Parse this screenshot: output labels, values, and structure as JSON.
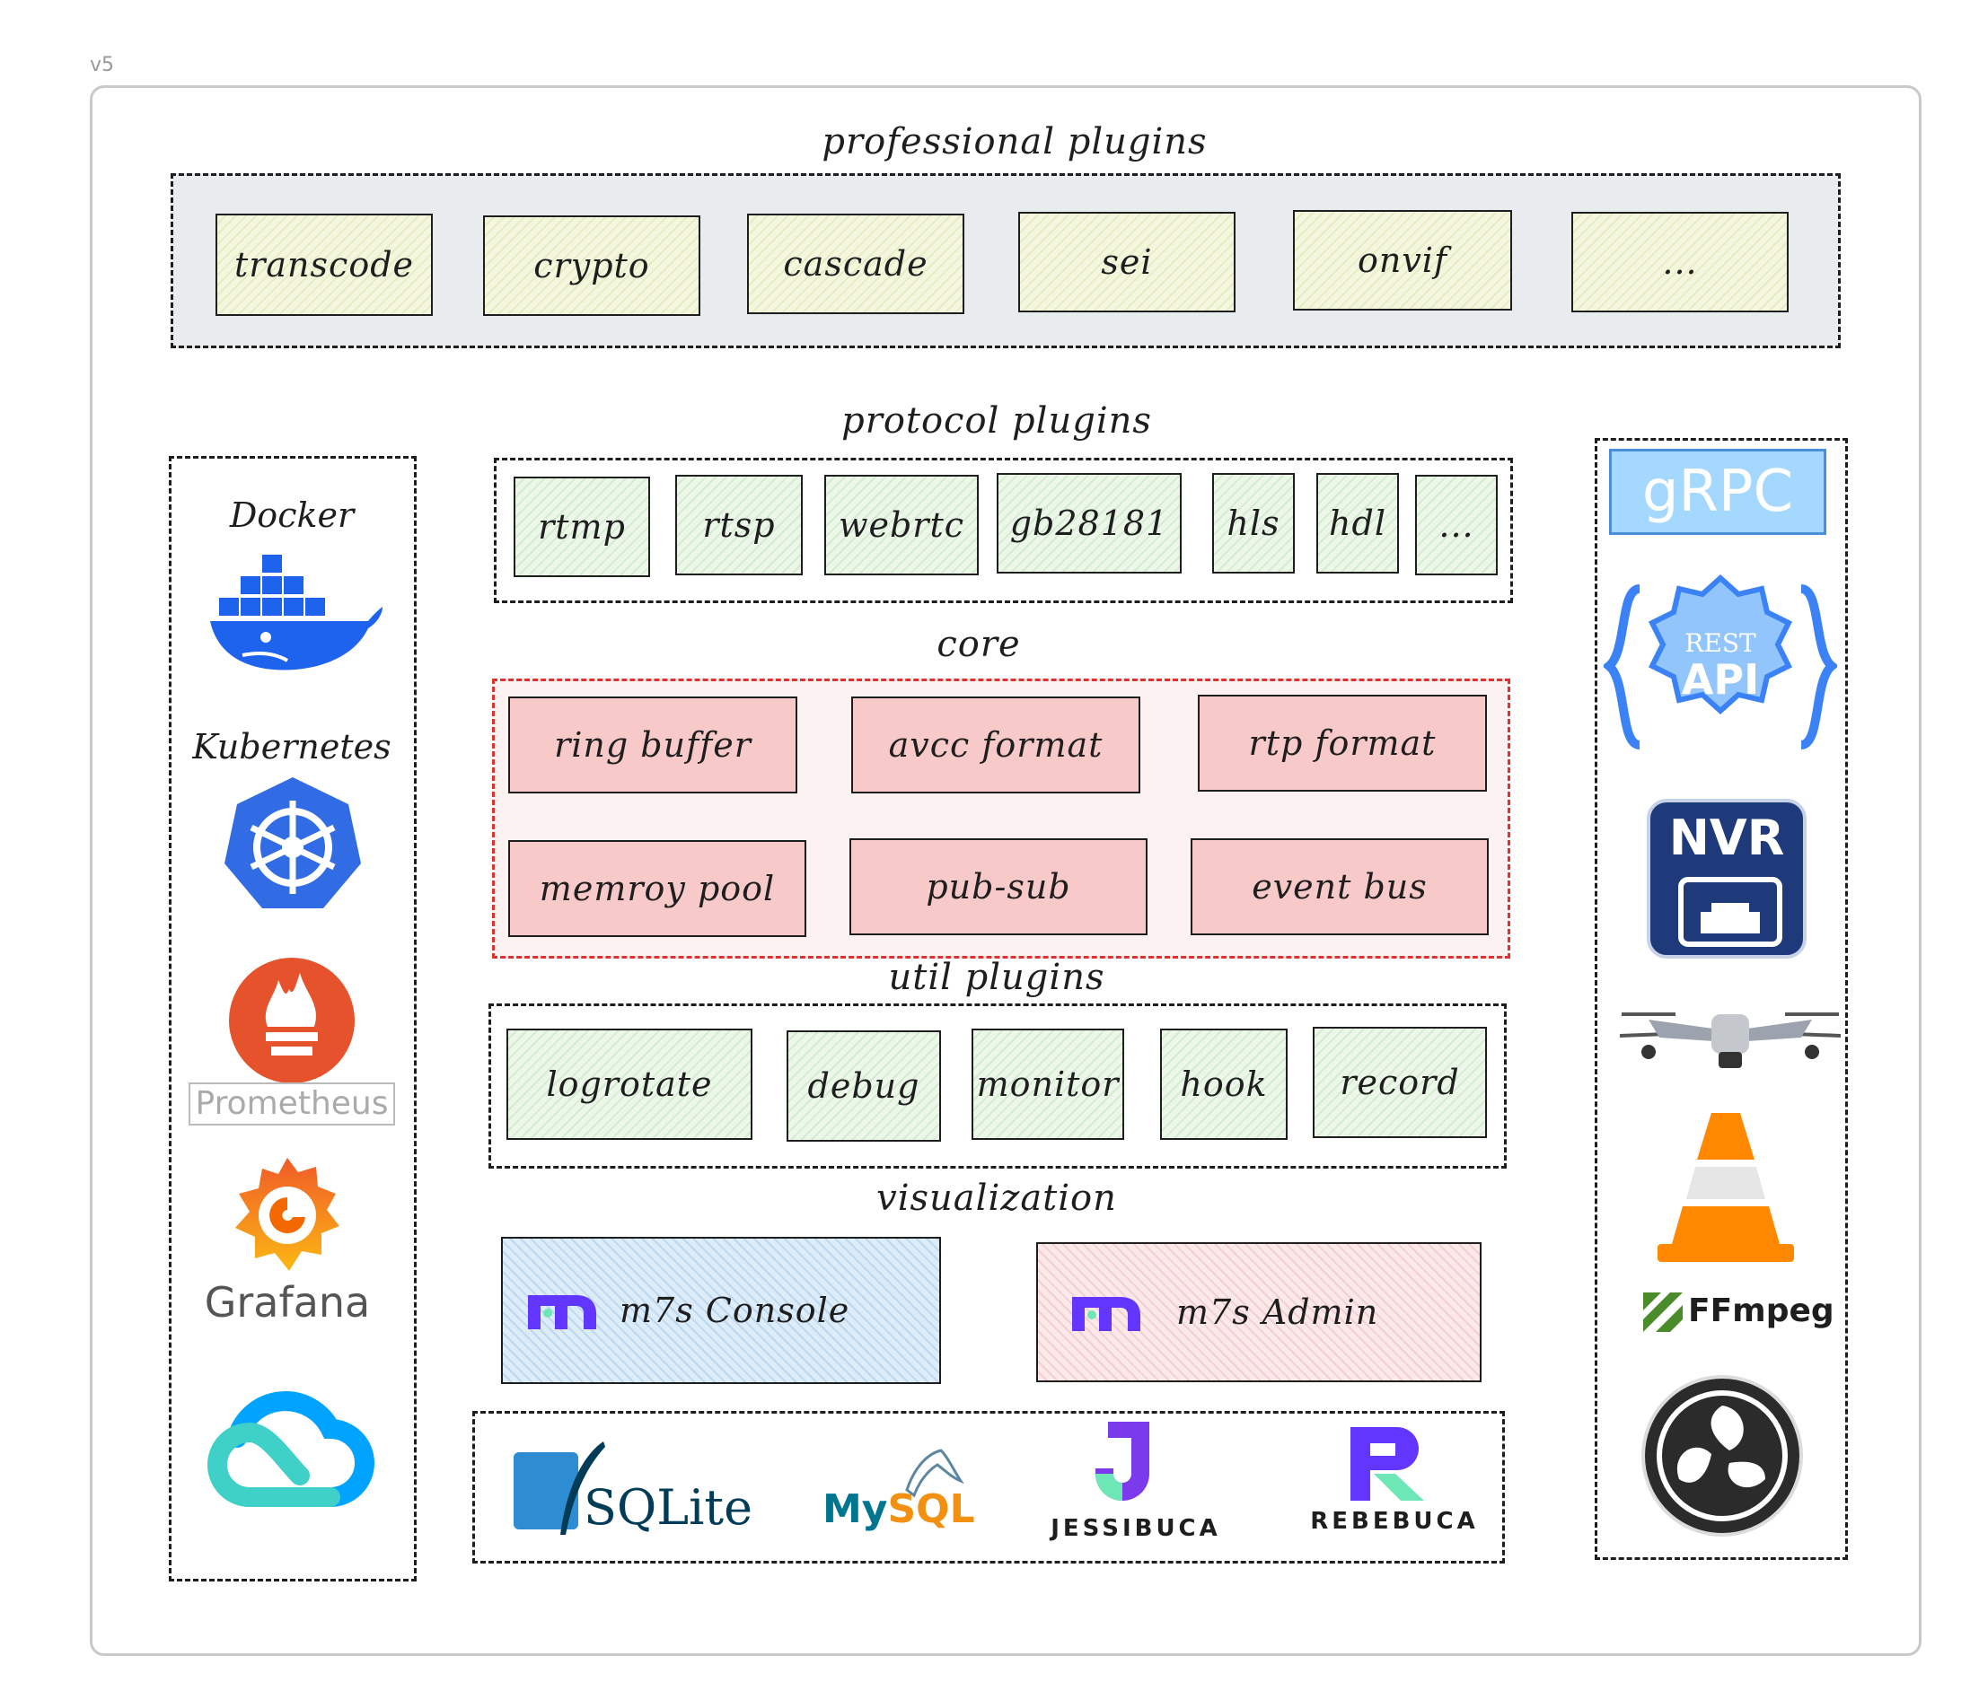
{
  "version": "v5",
  "sections": {
    "professional": {
      "title": "professional plugins",
      "items": [
        "transcode",
        "crypto",
        "cascade",
        "sei",
        "onvif",
        "..."
      ]
    },
    "protocol": {
      "title": "protocol plugins",
      "items": [
        "rtmp",
        "rtsp",
        "webrtc",
        "gb28181",
        "hls",
        "hdl",
        "..."
      ]
    },
    "core": {
      "title": "core",
      "items": [
        "ring buffer",
        "avcc format",
        "rtp format",
        "memroy pool",
        "pub-sub",
        "event bus"
      ]
    },
    "util": {
      "title": "util plugins",
      "items": [
        "logrotate",
        "debug",
        "monitor",
        "hook",
        "record"
      ]
    },
    "visualization": {
      "title": "visualization",
      "console": "m7s Console",
      "admin": "m7s Admin"
    }
  },
  "left_panel": {
    "docker": "Docker",
    "kubernetes": "Kubernetes",
    "prometheus": "Prometheus",
    "grafana": "Grafana"
  },
  "right_panel": {
    "grpc": "gRPC",
    "rest_top": "REST",
    "rest_bottom": "API",
    "nvr": "NVR",
    "ffmpeg": "FFmpeg"
  },
  "bottom": {
    "sqlite": "SQLite",
    "mysql": "MySQL",
    "jessibuca": "JESSIBUCA",
    "rebebuca": "REBEBUCA"
  },
  "colors": {
    "professional_bg": "#e9ecef",
    "core_border": "#e03131",
    "core_bg": "#fdf2f2",
    "core_box": "#f8c9c9",
    "docker_blue": "#1d63ed",
    "kubernetes_blue": "#326ce5",
    "prometheus_orange": "#e6522c",
    "grpc_bg": "#a5d8ff"
  }
}
